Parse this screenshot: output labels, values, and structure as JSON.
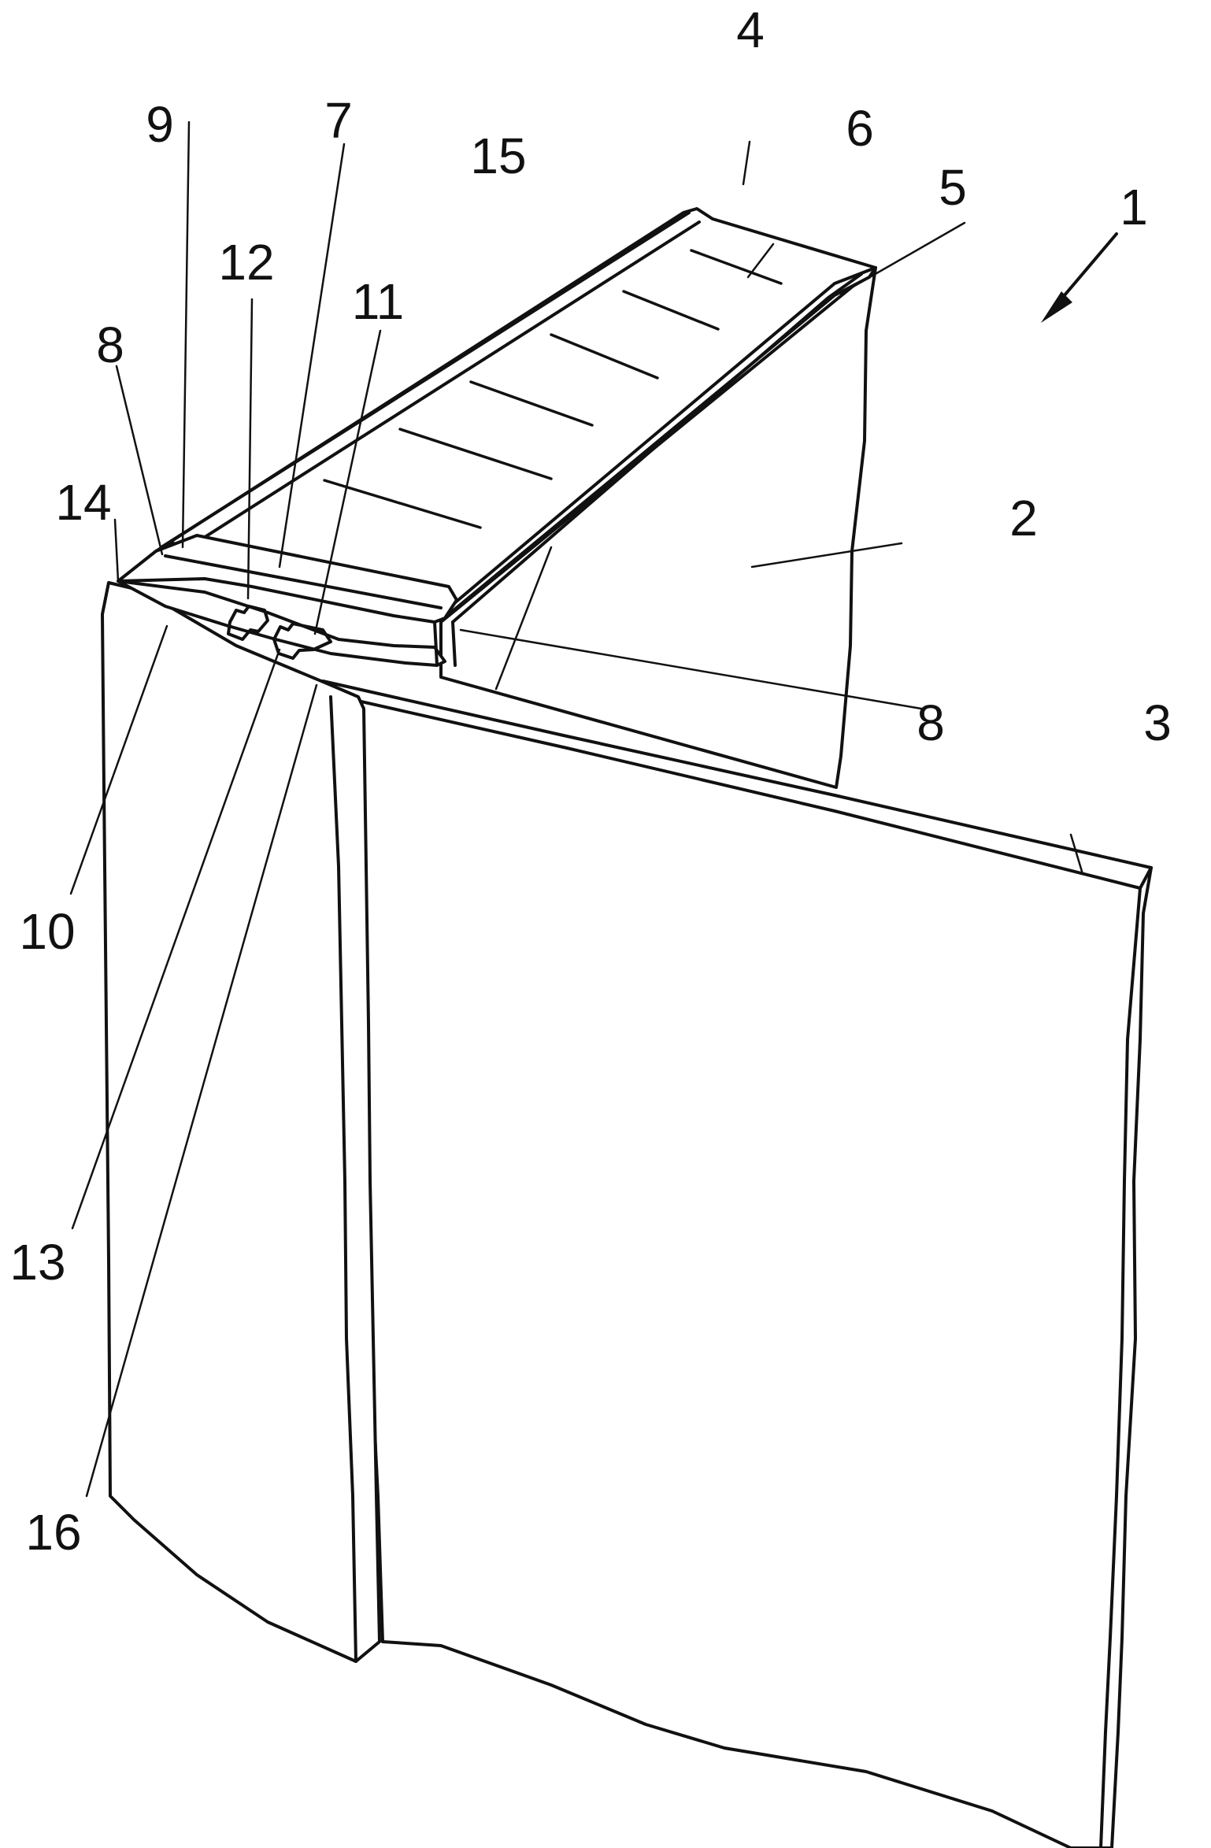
{
  "figure": {
    "reference_numerals": {
      "r1": "1",
      "r2": "2",
      "r3": "3",
      "r4": "4",
      "r5": "5",
      "r6": "6",
      "r7": "7",
      "r8a": "8",
      "r8b": "8",
      "r9": "9",
      "r10": "10",
      "r11": "11",
      "r12": "12",
      "r13": "13",
      "r14": "14",
      "r15": "15",
      "r16": "16"
    }
  }
}
